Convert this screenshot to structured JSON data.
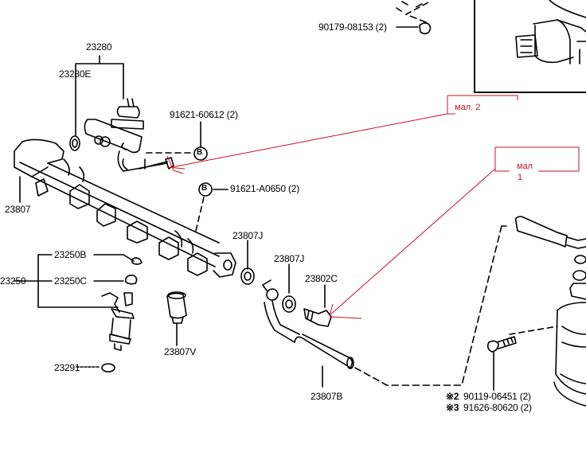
{
  "diagram": {
    "title": "Fuel injection parts diagram",
    "part_labels": {
      "p90179": "90179-08153 (2)",
      "p23280": "23280",
      "p23280E": "23280E",
      "p91621_60612": "91621-60612 (2)",
      "p91621_A0650": "91621-A0650 (2)",
      "p23807": "23807",
      "p23807J_a": "23807J",
      "p23807J_b": "23807J",
      "p23802C": "23802C",
      "p23250B": "23250B",
      "p23250": "23250",
      "p23250C": "23250C",
      "p23807V": "23807V",
      "p23291": "23291",
      "p23807B": "23807B",
      "p90119": "90119-06451 (2)",
      "p91626": "91626-80620 (2)",
      "mark2": "※2",
      "mark3": "※3",
      "callout_b1": "B",
      "callout_b2": "B"
    },
    "annotations": {
      "mal2": "мал. 2",
      "mal1_line1": "мал",
      "mal1_line2": "1"
    },
    "colors": {
      "ink": "#000000",
      "annotation": "#c8102e",
      "background": "#ffffff"
    }
  }
}
